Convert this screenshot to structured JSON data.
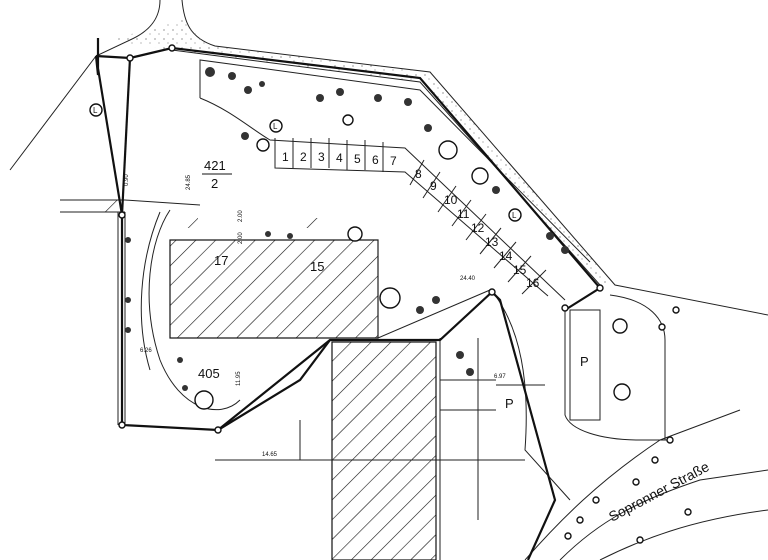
{
  "plot_labels": {
    "main_top": "421",
    "main_bottom": "2",
    "building_left": "17",
    "building_right": "15",
    "lower_plot": "405"
  },
  "parking_spaces": [
    "1",
    "2",
    "3",
    "4",
    "5",
    "6",
    "7",
    "8",
    "9",
    "10",
    "11",
    "12",
    "13",
    "14",
    "15",
    "16"
  ],
  "parking_marks": [
    "P",
    "P"
  ],
  "lamp_marks": [
    "L",
    "L",
    "L"
  ],
  "street": "Sopronner Straße",
  "dimensions": [
    "24.85",
    "2.00",
    "2.00",
    "0.90",
    "6.26",
    "11.95",
    "14.65",
    "24.40",
    "6.97"
  ]
}
